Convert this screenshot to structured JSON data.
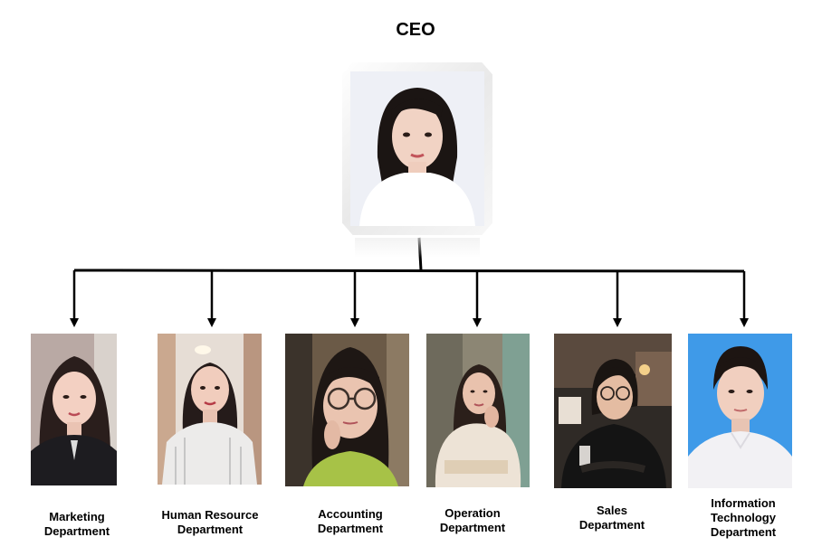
{
  "title": "CEO",
  "departments": [
    {
      "line1": "Marketing",
      "line2": "Department",
      "line3": ""
    },
    {
      "line1": "Human Resource",
      "line2": "Department",
      "line3": ""
    },
    {
      "line1": "Accounting",
      "line2": "Department",
      "line3": ""
    },
    {
      "line1": "Operation",
      "line2": "Department",
      "line3": ""
    },
    {
      "line1": "Sales",
      "line2": "Department",
      "line3": ""
    },
    {
      "line1": "Information",
      "line2": "Technology",
      "line3": "Department"
    }
  ],
  "colors": {
    "connector": "#000000",
    "it_background": "#3f9ae8",
    "ceo_background": "#eef0f6"
  },
  "icons": [
    "ceo-portrait",
    "employee-portrait"
  ]
}
